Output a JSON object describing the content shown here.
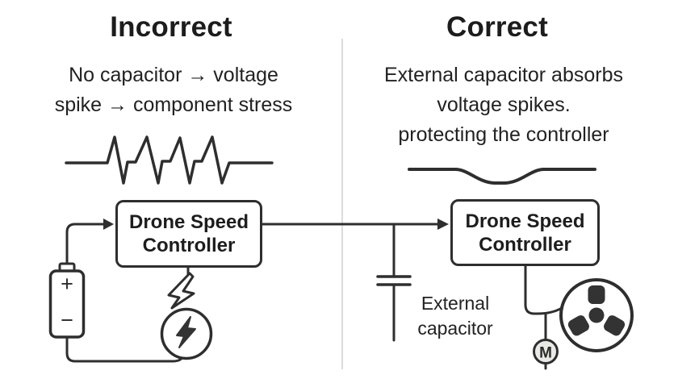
{
  "left_panel": {
    "title": "Incorrect",
    "subtitle": [
      "No capacitor → voltage",
      "spike → component stress"
    ],
    "controller_box_label": "Drone Speed Controller",
    "battery": {
      "plus_label": "+",
      "minus_label": "−"
    }
  },
  "right_panel": {
    "title": "Correct",
    "subtitle": [
      "External capacitor absorbs",
      "voltage spikes.",
      "protecting the controller"
    ],
    "controller_box_label": "Drone Speed Controller",
    "capacitor_label": "External capacitor",
    "motor_label": "M"
  },
  "icons": {
    "spike_waveform": "jagged-voltage-spike-line",
    "smooth_waveform": "smoothed-voltage-dip-line",
    "battery": "battery-cell-with-terminals",
    "surge_bolt": "lightning-bolt-outline",
    "surge_indicator": "circled-lightning-bolt",
    "capacitor": "parallel-plate-capacitor-symbol",
    "propeller": "three-blade-propeller-in-circle",
    "motor": "circled-letter-M",
    "flow_arrows": "filled-triangle-arrowheads"
  },
  "colors": {
    "background": "#ffffff",
    "ink": "#2e2e2e",
    "text": "#212121",
    "icon_fill": "#333333",
    "divider": "#dcdcdc",
    "motor_fill": "#e9e9e5"
  }
}
